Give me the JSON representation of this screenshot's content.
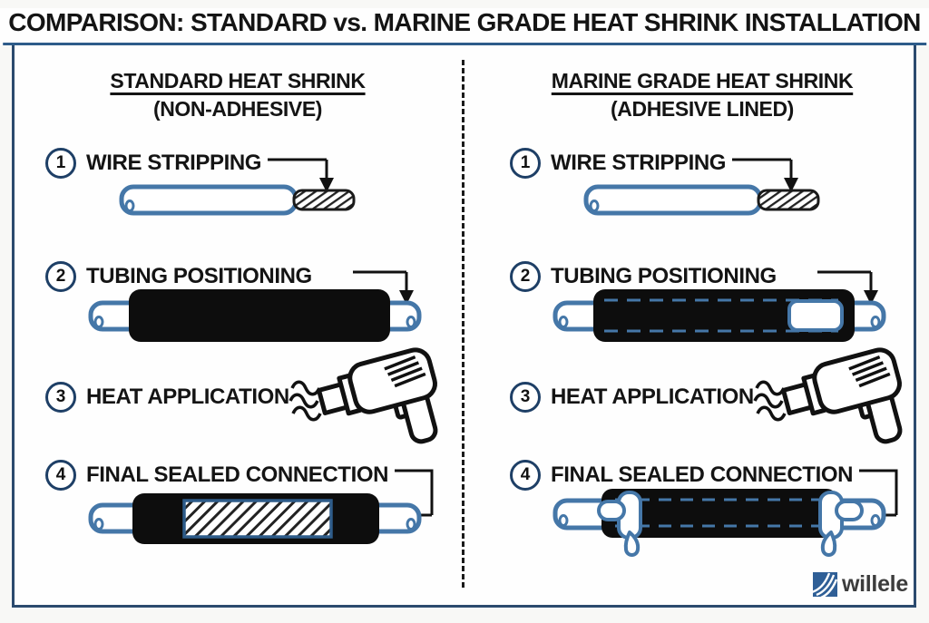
{
  "page": {
    "title": "COMPARISON: STANDARD vs. MARINE GRADE HEAT SHRINK INSTALLATION"
  },
  "columns": [
    {
      "id": "standard",
      "header_line1": "STANDARD HEAT SHRINK",
      "header_line2": "(NON-ADHESIVE)",
      "steps": [
        {
          "number": "1",
          "label": "WIRE STRIPPING",
          "art": "stripped-wire"
        },
        {
          "number": "2",
          "label": "TUBING POSITIONING",
          "art": "plain-tube-on-wire"
        },
        {
          "number": "3",
          "label": "HEAT APPLICATION",
          "art": "heat-gun"
        },
        {
          "number": "4",
          "label": "FINAL SEALED CONNECTION",
          "art": "shrunk-tube-hatched-splice"
        }
      ]
    },
    {
      "id": "marine",
      "header_line1": "MARINE GRADE HEAT SHRINK",
      "header_line2": "(ADHESIVE LINED)",
      "steps": [
        {
          "number": "1",
          "label": "WIRE STRIPPING",
          "art": "stripped-wire"
        },
        {
          "number": "2",
          "label": "TUBING POSITIONING",
          "art": "adhesive-lined-tube-on-wire"
        },
        {
          "number": "3",
          "label": "HEAT APPLICATION",
          "art": "heat-gun"
        },
        {
          "number": "4",
          "label": "FINAL SEALED CONNECTION",
          "art": "shrunk-tube-adhesive-squeeze-out"
        }
      ]
    }
  ],
  "branding": {
    "logo_text": "willele"
  },
  "colors": {
    "frame_border": "#2b4a6e",
    "title_underline": "#2e5c8a",
    "badge_ring": "#1e3f66",
    "wire_outline": "#4577a8",
    "tube_fill": "#0d0d0d",
    "adhesive_dash_blue": "#4577a8",
    "logo_blue": "#2f5f96",
    "logo_text_gray": "#3c3c3c"
  }
}
